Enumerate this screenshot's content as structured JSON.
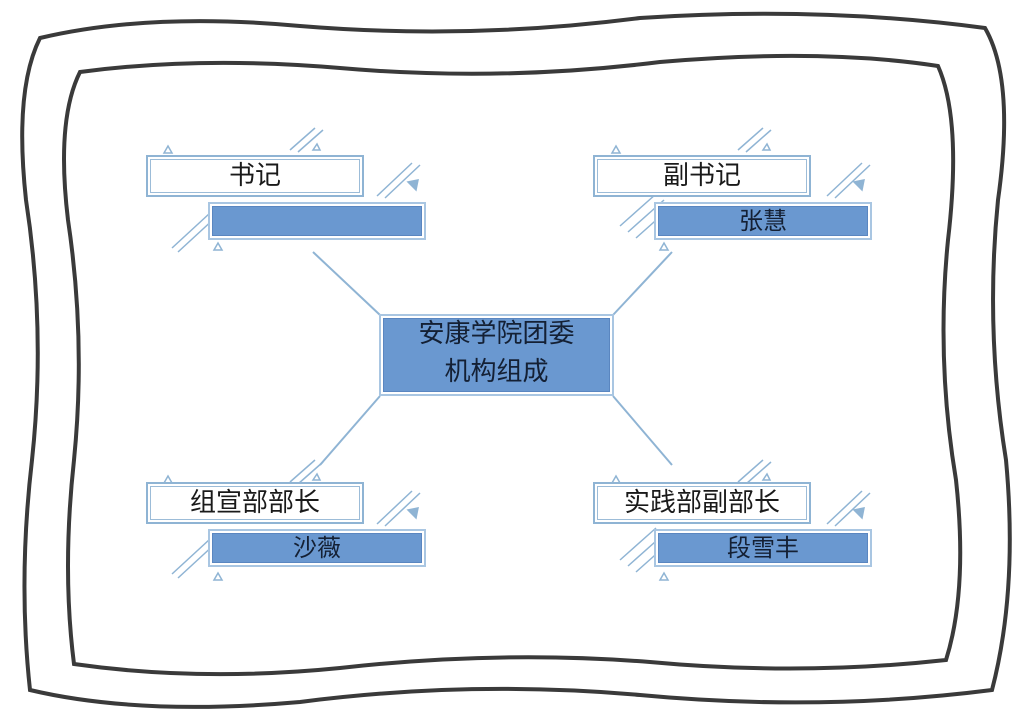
{
  "center": {
    "line1": "安康学院团委",
    "line2": "机构组成"
  },
  "nodes": {
    "top_left": {
      "role": "书记",
      "name": ""
    },
    "top_right": {
      "role": "副书记",
      "name": "张慧"
    },
    "bottom_left": {
      "role": "组宣部部长",
      "name": "沙薇"
    },
    "bottom_right": {
      "role": "实践部副部长",
      "name": "段雪丰"
    }
  },
  "colors": {
    "frame_stroke": "#3a3a3a",
    "connector": "#8fb4d4",
    "box_fill_blue": "#6a98d0",
    "box_border": "#8fb4d4",
    "deco": "#8fb4d4"
  }
}
